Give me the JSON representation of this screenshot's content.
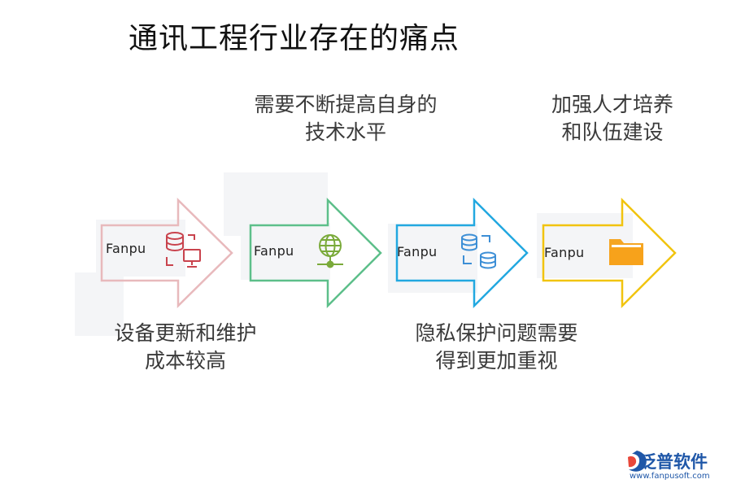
{
  "title": "通讯工程行业存在的痛点",
  "steps": [
    {
      "badge": "Fanpu",
      "icon": "database-monitor-icon",
      "color": "#e8b9bc",
      "caption": [
        "设备更新和维护",
        "成本较高"
      ]
    },
    {
      "badge": "Fanpu",
      "icon": "globe-network-icon",
      "color": "#5dbf8a",
      "caption": [
        "需要不断提高自身的",
        "技术水平"
      ]
    },
    {
      "badge": "Fanpu",
      "icon": "database-sync-icon",
      "color": "#22a8e0",
      "caption": [
        "隐私保护问题需要",
        "得到更加重视"
      ]
    },
    {
      "badge": "Fanpu",
      "icon": "folder-icon",
      "color": "#f1c40f",
      "caption": [
        "加强人才培养",
        "和队伍建设"
      ]
    }
  ],
  "logo": {
    "name": "泛普软件",
    "url": "www.fanpusoft.com",
    "color": "#1f57a8"
  }
}
